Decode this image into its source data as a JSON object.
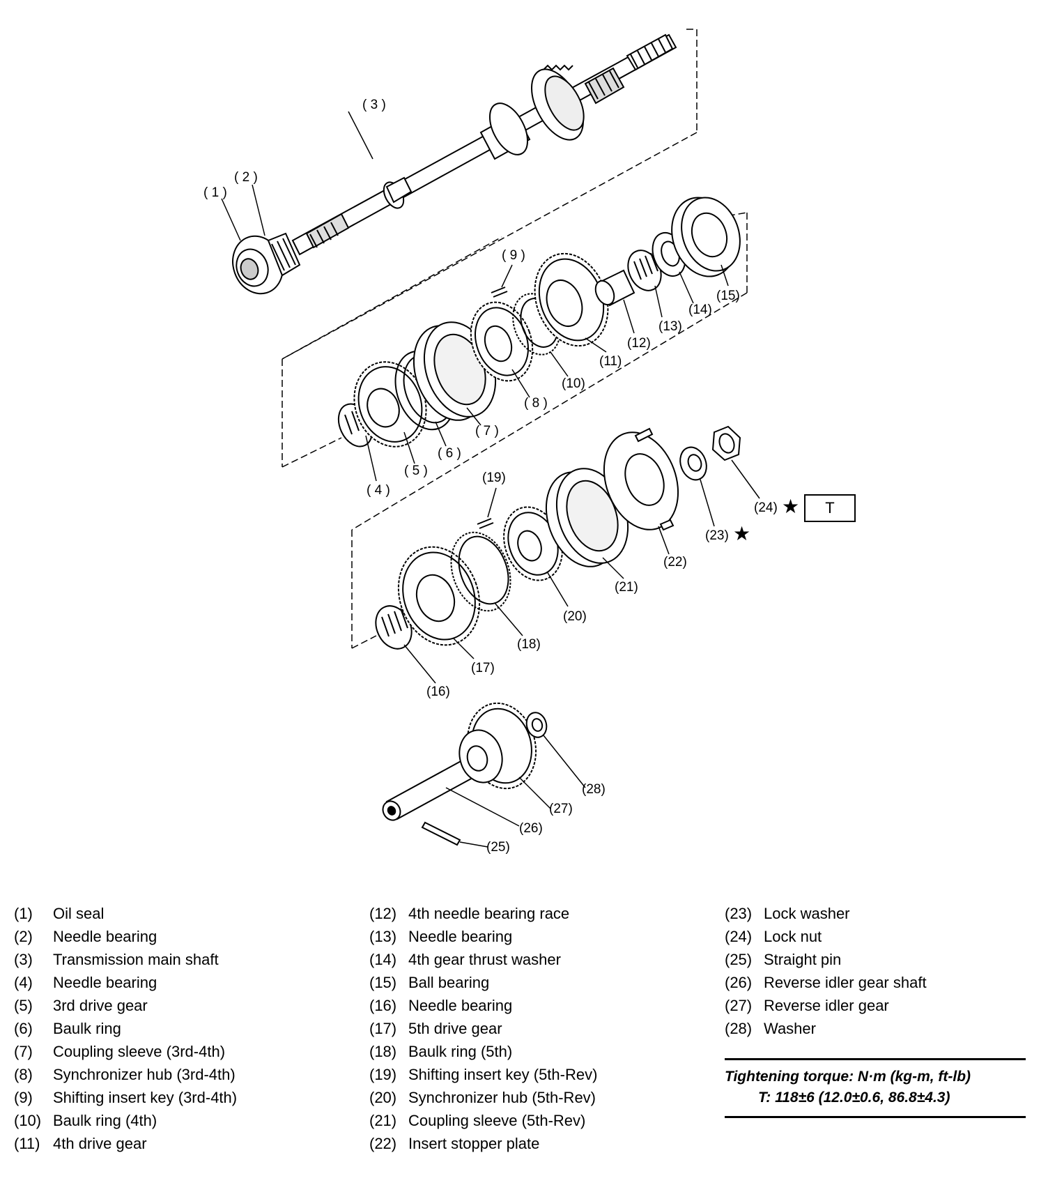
{
  "callouts": [
    {
      "id": "c1",
      "text": "( 1 )"
    },
    {
      "id": "c2",
      "text": "( 2 )"
    },
    {
      "id": "c3",
      "text": "( 3 )"
    },
    {
      "id": "c4",
      "text": "( 4 )"
    },
    {
      "id": "c5",
      "text": "( 5 )"
    },
    {
      "id": "c6",
      "text": "( 6 )"
    },
    {
      "id": "c7",
      "text": "( 7 )"
    },
    {
      "id": "c8",
      "text": "( 8 )"
    },
    {
      "id": "c9",
      "text": "( 9 )"
    },
    {
      "id": "c10",
      "text": "(10)"
    },
    {
      "id": "c11",
      "text": "(11)"
    },
    {
      "id": "c12",
      "text": "(12)"
    },
    {
      "id": "c13",
      "text": "(13)"
    },
    {
      "id": "c14",
      "text": "(14)"
    },
    {
      "id": "c15",
      "text": "(15)"
    },
    {
      "id": "c16",
      "text": "(16)"
    },
    {
      "id": "c17",
      "text": "(17)"
    },
    {
      "id": "c18",
      "text": "(18)"
    },
    {
      "id": "c19",
      "text": "(19)"
    },
    {
      "id": "c20",
      "text": "(20)"
    },
    {
      "id": "c21",
      "text": "(21)"
    },
    {
      "id": "c22",
      "text": "(22)"
    },
    {
      "id": "c23",
      "text": "(23)"
    },
    {
      "id": "c24",
      "text": "(24)"
    },
    {
      "id": "c25",
      "text": "(25)"
    },
    {
      "id": "c26",
      "text": "(26)"
    },
    {
      "id": "c27",
      "text": "(27)"
    },
    {
      "id": "c28",
      "text": "(28)"
    }
  ],
  "torque_box_label": "T",
  "legend": [
    {
      "num": "(1)",
      "label": "Oil seal"
    },
    {
      "num": "(2)",
      "label": "Needle bearing"
    },
    {
      "num": "(3)",
      "label": "Transmission main shaft"
    },
    {
      "num": "(4)",
      "label": "Needle bearing"
    },
    {
      "num": "(5)",
      "label": "3rd drive gear"
    },
    {
      "num": "(6)",
      "label": "Baulk ring"
    },
    {
      "num": "(7)",
      "label": "Coupling sleeve (3rd-4th)"
    },
    {
      "num": "(8)",
      "label": "Synchronizer hub (3rd-4th)"
    },
    {
      "num": "(9)",
      "label": "Shifting insert key (3rd-4th)"
    },
    {
      "num": "(10)",
      "label": "Baulk ring (4th)"
    },
    {
      "num": "(11)",
      "label": "4th drive gear"
    },
    {
      "num": "(12)",
      "label": "4th needle bearing race"
    },
    {
      "num": "(13)",
      "label": "Needle bearing"
    },
    {
      "num": "(14)",
      "label": "4th gear thrust washer"
    },
    {
      "num": "(15)",
      "label": "Ball bearing"
    },
    {
      "num": "(16)",
      "label": "Needle bearing"
    },
    {
      "num": "(17)",
      "label": "5th drive gear"
    },
    {
      "num": "(18)",
      "label": "Baulk ring (5th)"
    },
    {
      "num": "(19)",
      "label": "Shifting insert key (5th-Rev)"
    },
    {
      "num": "(20)",
      "label": "Synchronizer hub (5th-Rev)"
    },
    {
      "num": "(21)",
      "label": "Coupling sleeve (5th-Rev)"
    },
    {
      "num": "(22)",
      "label": "Insert stopper plate"
    },
    {
      "num": "(23)",
      "label": "Lock washer"
    },
    {
      "num": "(24)",
      "label": "Lock nut"
    },
    {
      "num": "(25)",
      "label": "Straight pin"
    },
    {
      "num": "(26)",
      "label": "Reverse idler gear shaft"
    },
    {
      "num": "(27)",
      "label": "Reverse idler gear"
    },
    {
      "num": "(28)",
      "label": "Washer"
    }
  ],
  "torque": {
    "heading": "Tightening torque: N·m (kg-m, ft-lb)",
    "value": "T: 118±6 (12.0±0.6, 86.8±4.3)"
  }
}
